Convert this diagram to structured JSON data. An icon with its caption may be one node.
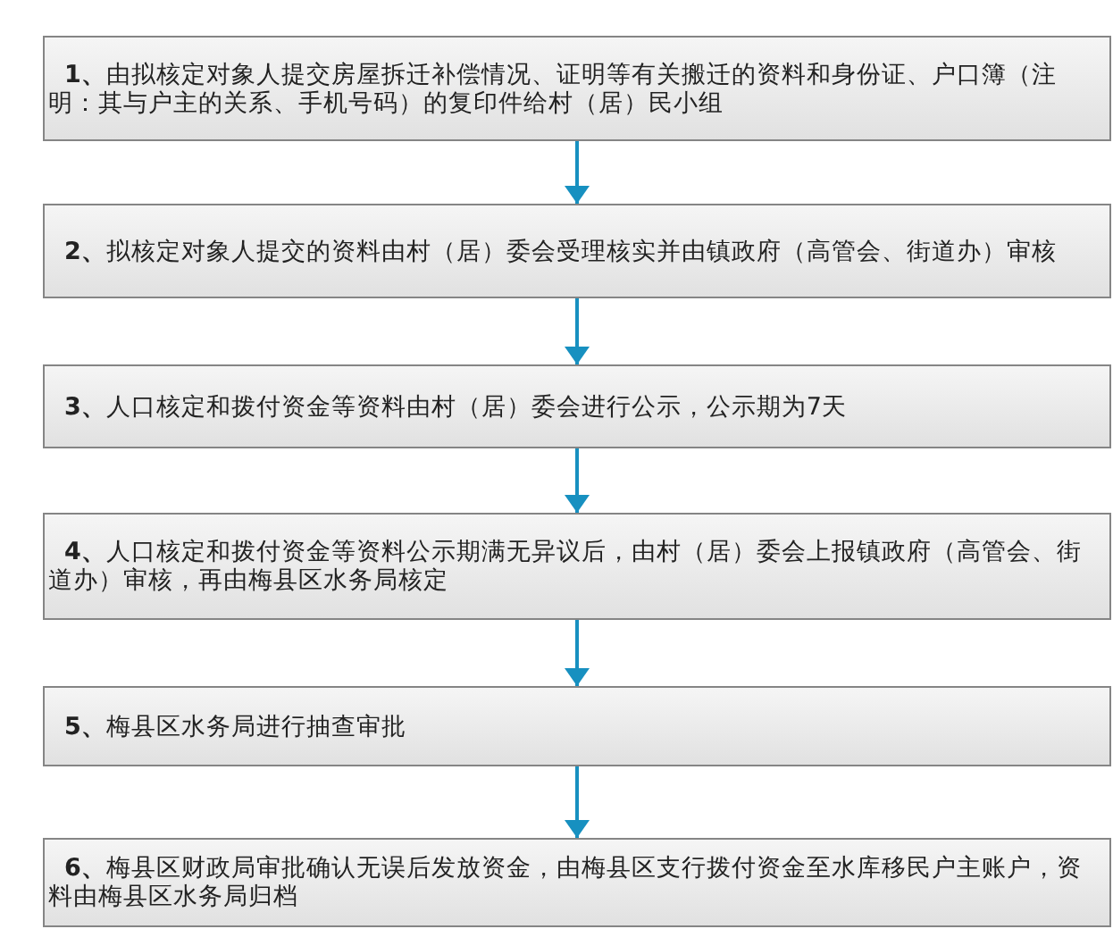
{
  "diagram": {
    "nodes": [
      {
        "text": [
          "**1、**由拟核定对象人提交房屋拆迁补偿情况、证明等有关搬迁的资料和身份证、户口簿（注明：其与户主的关系、手机号码）的复印件给村（居）民小组"
        ]
      },
      {
        "text": [
          "**2、**拟核定对象人提交的资料由村（居）委会受理核实并由镇政府（高管会、街道办）审核"
        ]
      },
      {
        "text": [
          "**3、**人口核定和拨付资金等资料由村（居）委会进行公示，公示期为7天"
        ]
      },
      {
        "text": [
          "**4、**人口核定和拨付资金等资料公示期满无异议后，由村（居）委会上报镇政府（高管会、街道办）审核，再由梅县区水务局核定"
        ]
      },
      {
        "text": [
          "**5、**梅县区水务局进行抽查审批"
        ]
      },
      {
        "text": [
          "**6、**梅县区财政局审批确认无误后发放资金，由梅县区支行拨付资金至水库移民户主账户，资料由梅县区水务局归档"
        ]
      }
    ],
    "edges": [
      {
        "from": 0,
        "to": 1,
        "arrow": "to"
      },
      {
        "from": 1,
        "to": 2,
        "arrow": "to"
      },
      {
        "from": 2,
        "to": 3,
        "arrow": "to"
      },
      {
        "from": 3,
        "to": 4,
        "arrow": "to"
      },
      {
        "from": 4,
        "to": 5,
        "arrow": "to"
      }
    ]
  }
}
